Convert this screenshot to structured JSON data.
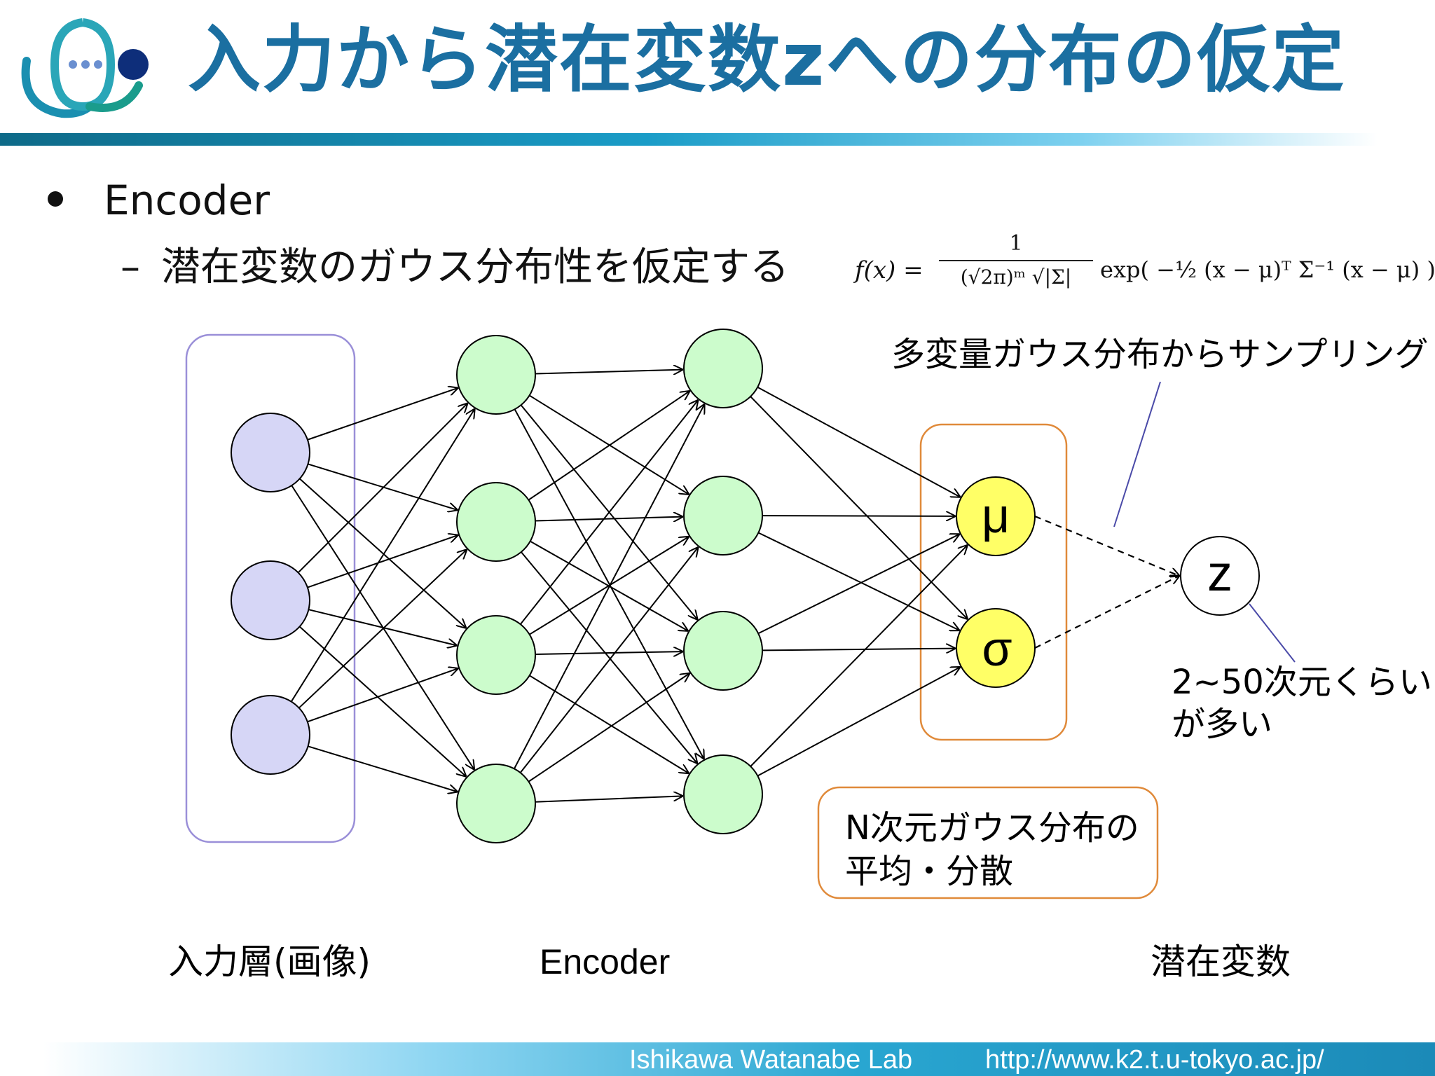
{
  "header": {
    "title": "入力から潜在変数zへの分布の仮定",
    "title_color": "#1b6fa1"
  },
  "bullets": {
    "level1": "Encoder",
    "level2": "潜在変数のガウス分布性を仮定する"
  },
  "formula": {
    "lhs": "f(x) =",
    "numerator": "1",
    "denominator": "(√2π)ᵐ √|Σ|",
    "rest": "exp( −½ (x − μ)ᵀ Σ⁻¹ (x − μ) )"
  },
  "diagram": {
    "annotation_sampling": "多変量ガウス分布からサンプリング",
    "mean_symbol": "μ",
    "sigma_symbol": "σ",
    "latent_symbol": "z",
    "latent_note": [
      "2~50次元くらい",
      "が多い"
    ],
    "gaussian_box_label": [
      "N次元ガウス分布の",
      "平均・分散"
    ],
    "label_input": "入力層(画像)",
    "label_encoder": "Encoder",
    "label_latent": "潜在変数",
    "colors": {
      "input_node": "#d6d6f6",
      "hidden_node": "#ccfccc",
      "param_node": "#ffff66",
      "input_box": "#9a8fd8",
      "param_box": "#e08a3a"
    }
  },
  "footer": {
    "lab": "Ishikawa Watanabe Lab",
    "url": "http://www.k2.t.u-tokyo.ac.jp/"
  }
}
